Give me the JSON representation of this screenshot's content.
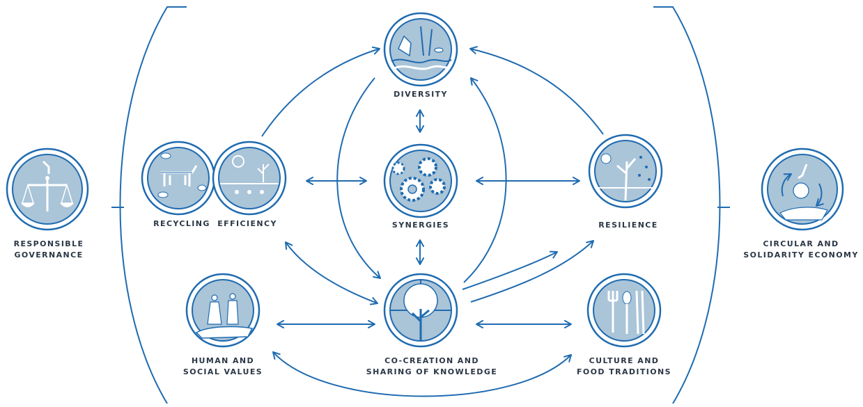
{
  "colors": {
    "primary": "#1f6bb0",
    "fill": "#aac4d8",
    "text": "#2b3746"
  },
  "nodes": {
    "diversity": {
      "label": "DIVERSITY",
      "icon": "landscape-animal-fish-icon"
    },
    "synergies": {
      "label": "SYNERGIES",
      "icon": "gears-icon"
    },
    "recycling_efficiency": {
      "label": "RECYCLING  EFFICIENCY",
      "icon": "cow-sun-sprout-icon"
    },
    "resilience": {
      "label": "RESILIENCE",
      "icon": "plant-rain-sun-icon"
    },
    "co_creation": {
      "line1": "CO-CREATION AND",
      "line2": "SHARING OF KNOWLEDGE",
      "icon": "tree-window-icon"
    },
    "human_social": {
      "line1": "HUMAN AND",
      "line2": "SOCIAL VALUES",
      "icon": "farmers-hand-icon"
    },
    "culture_food": {
      "line1": "CULTURE AND",
      "line2": "FOOD TRADITIONS",
      "icon": "utensils-icon"
    },
    "governance": {
      "line1": "RESPONSIBLE",
      "line2": "GOVERNANCE",
      "icon": "scales-icon"
    },
    "circular_economy": {
      "line1": "CIRCULAR AND",
      "line2": "SOLIDARITY ECONOMY",
      "icon": "hand-apple-cycle-icon"
    }
  }
}
